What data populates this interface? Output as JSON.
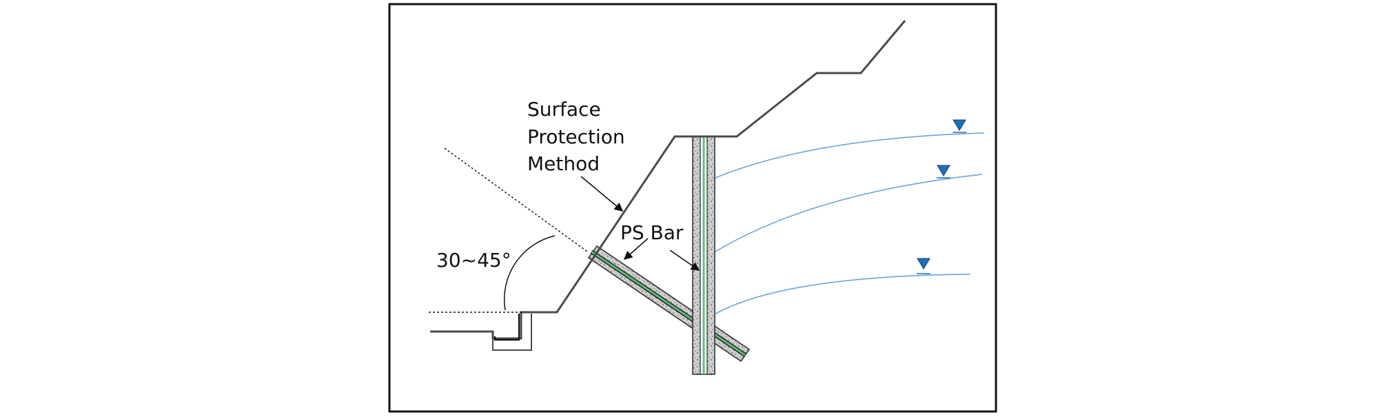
{
  "labels": {
    "surface_line1": "Surface",
    "surface_line2": "Protection",
    "surface_line3": "Method",
    "ps_bar": "PS Bar",
    "angle": "30~45°"
  },
  "colors": {
    "frame": "#111111",
    "ground": "#4a4a4a",
    "water_line": "#6aa3dc",
    "water_marker": "#1f6fb8",
    "bar_center": "#5fbf7a",
    "concrete": "#bdbdbd"
  }
}
